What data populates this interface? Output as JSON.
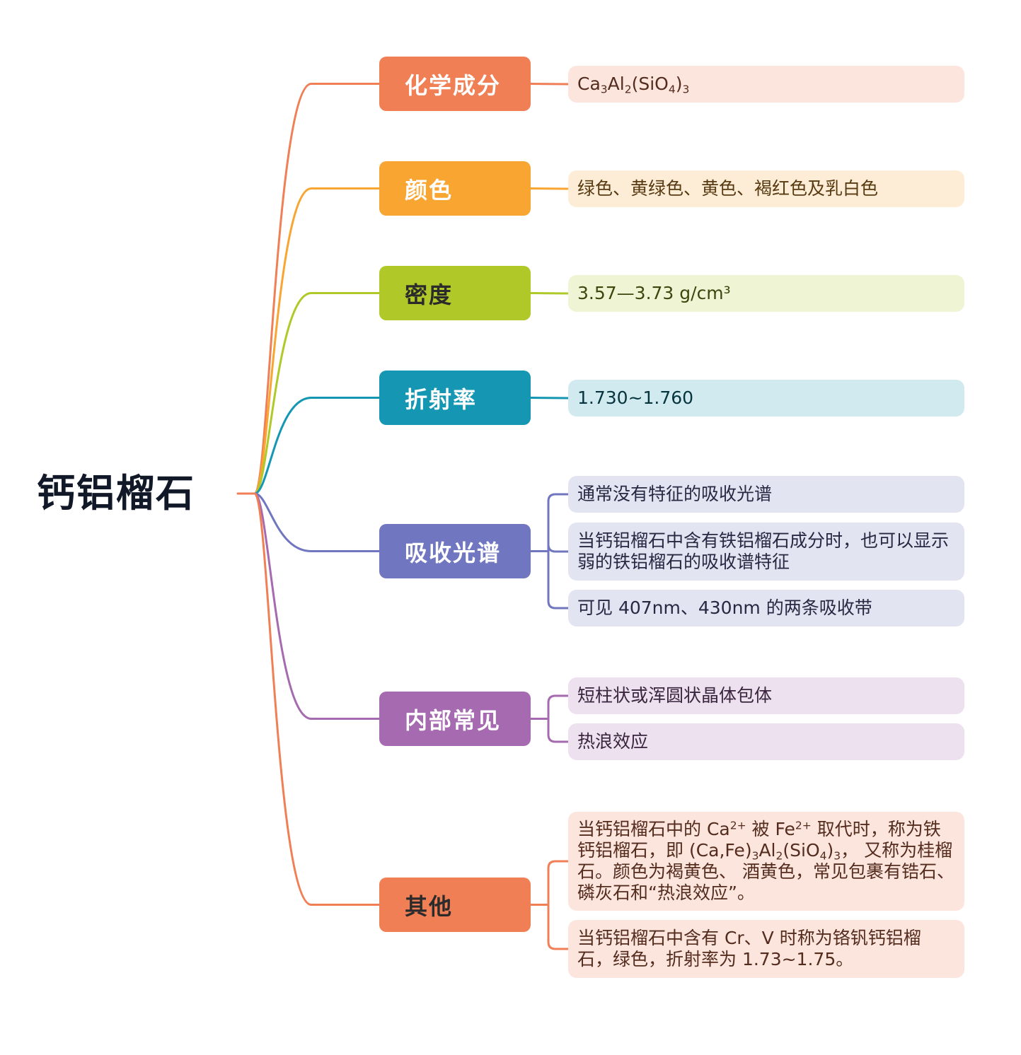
{
  "root": {
    "label": "钙铝榴石"
  },
  "colors": {
    "chem": "#f07f56",
    "color": "#f8a531",
    "density": "#b0c928",
    "refraction": "#1596b2",
    "absorption": "#7076c0",
    "inclusion": "#a66ab0",
    "other": "#f07f56"
  },
  "branches": {
    "chem": {
      "label": "化学成分",
      "leaves": [
        {
          "parts": [
            {
              "t": "Ca"
            },
            {
              "t": "3",
              "v": "sub"
            },
            {
              "t": "Al"
            },
            {
              "t": "2",
              "v": "sub"
            },
            {
              "t": "(SiO"
            },
            {
              "t": "4",
              "v": "sub"
            },
            {
              "t": ")"
            },
            {
              "t": "3",
              "v": "sub"
            }
          ]
        }
      ]
    },
    "color": {
      "label": "颜色",
      "leaves": [
        {
          "parts": [
            {
              "t": "绿色、黄绿色、黄色、褐红色及乳白色"
            }
          ]
        }
      ]
    },
    "density": {
      "label": "密度",
      "leaves": [
        {
          "parts": [
            {
              "t": "3.57—3.73 g/cm³"
            }
          ]
        }
      ]
    },
    "refraction": {
      "label": "折射率",
      "leaves": [
        {
          "parts": [
            {
              "t": "1.730~1.760"
            }
          ]
        }
      ]
    },
    "absorption": {
      "label": "吸收光谱",
      "leaves": [
        {
          "parts": [
            {
              "t": "通常没有特征的吸收光谱"
            }
          ]
        },
        {
          "parts": [
            {
              "t": "当钙铝榴石中含有铁铝榴石成分时，也可以显示弱的铁铝榴石的吸收谱特征"
            }
          ]
        },
        {
          "parts": [
            {
              "t": "可见 407nm、430nm 的两条吸收带"
            }
          ]
        }
      ]
    },
    "inclusion": {
      "label": "内部常见",
      "leaves": [
        {
          "parts": [
            {
              "t": "短柱状或浑圆状晶体包体"
            }
          ]
        },
        {
          "parts": [
            {
              "t": "热浪效应"
            }
          ]
        }
      ]
    },
    "other": {
      "label": "其他",
      "leaves": [
        {
          "parts": [
            {
              "t": "当钙铝榴石中的 Ca"
            },
            {
              "t": "2+",
              "v": "sup"
            },
            {
              "t": " 被 Fe"
            },
            {
              "t": "2+",
              "v": "sup"
            },
            {
              "t": " 取代时，称为铁钙铝榴石，即 (Ca,Fe)"
            },
            {
              "t": "3",
              "v": "sub"
            },
            {
              "t": "Al"
            },
            {
              "t": "2",
              "v": "sub"
            },
            {
              "t": "(SiO"
            },
            {
              "t": "4",
              "v": "sub"
            },
            {
              "t": ")"
            },
            {
              "t": "3",
              "v": "sub"
            },
            {
              "t": "， 又称为桂榴石。颜色为褐黄色、 酒黄色，常见包裹有锆石、磷灰石和“热浪效应”。"
            }
          ]
        },
        {
          "parts": [
            {
              "t": "当钙铝榴石中含有 Cr、V 时称为铬钒钙铝榴石，绿色，折射率为 1.73~1.75。"
            }
          ]
        }
      ]
    }
  }
}
